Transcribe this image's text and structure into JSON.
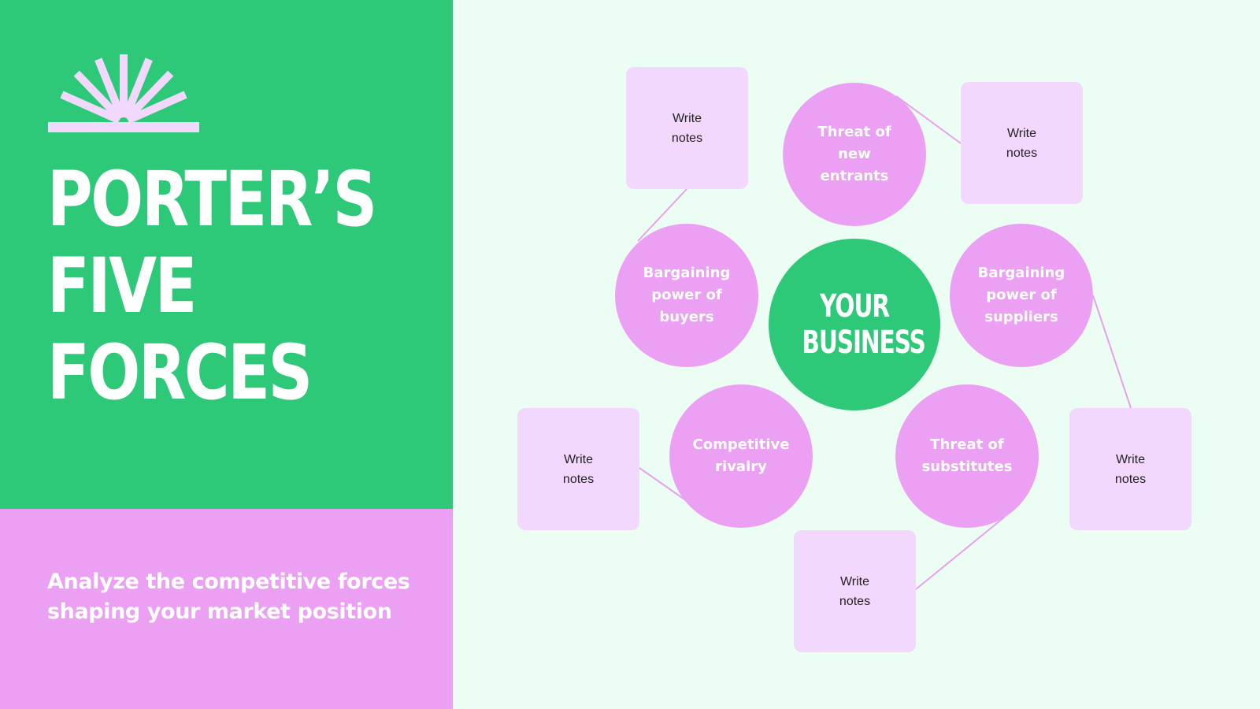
{
  "slide": {
    "title_lines": [
      "PORTER’S",
      "FIVE",
      "FORCES"
    ],
    "subtitle": "Analyze the competitive forces shaping your market position"
  },
  "center": {
    "label_lines": [
      "YOUR",
      "BUSINESS"
    ]
  },
  "forces": [
    {
      "label": "Threat of new entrants"
    },
    {
      "label": "Bargaining power of buyers"
    },
    {
      "label": "Bargaining power of suppliers"
    },
    {
      "label": "Competitive rivalry"
    },
    {
      "label": "Threat of substitutes"
    }
  ],
  "notes": [
    {
      "label": "Write notes"
    },
    {
      "label": "Write notes"
    },
    {
      "label": "Write notes"
    },
    {
      "label": "Write notes"
    },
    {
      "label": "Write notes"
    }
  ],
  "colors": {
    "green": "#2DC878",
    "pink": "#EBA0F3",
    "light_pink": "#F3D8FD",
    "mint_background": "#ECFEF3",
    "sunburst": "#F3D8FD",
    "connector": "#E7A0EE"
  }
}
